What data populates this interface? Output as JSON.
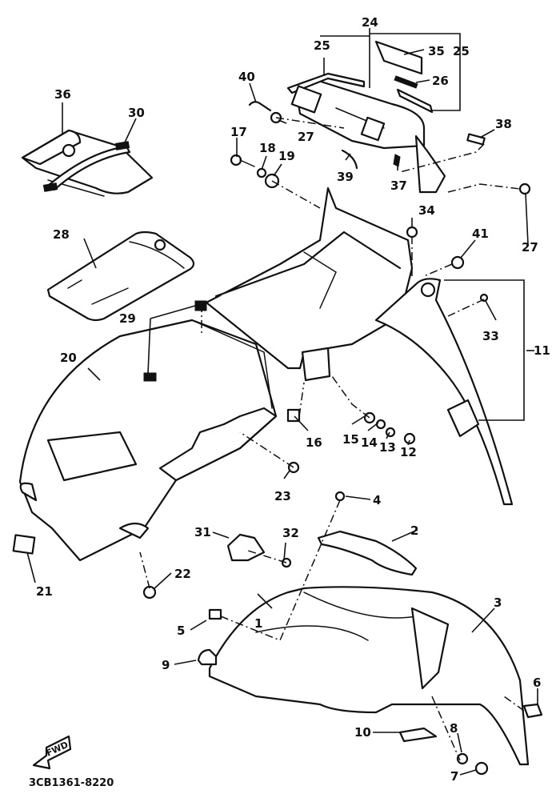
{
  "diagram": {
    "title": "Fender assembly exploded view",
    "diagram_code": "3CB1361-8220",
    "direction_marker": "FWD",
    "line_color": "#111111",
    "background_color": "#ffffff"
  },
  "callouts": [
    {
      "id": "c1",
      "label": "1"
    },
    {
      "id": "c2",
      "label": "2"
    },
    {
      "id": "c3",
      "label": "3"
    },
    {
      "id": "c4",
      "label": "4"
    },
    {
      "id": "c5",
      "label": "5"
    },
    {
      "id": "c6",
      "label": "6"
    },
    {
      "id": "c7",
      "label": "7"
    },
    {
      "id": "c8",
      "label": "8"
    },
    {
      "id": "c9",
      "label": "9"
    },
    {
      "id": "c10",
      "label": "10"
    },
    {
      "id": "c11",
      "label": "11"
    },
    {
      "id": "c12",
      "label": "12"
    },
    {
      "id": "c13",
      "label": "13"
    },
    {
      "id": "c14",
      "label": "14"
    },
    {
      "id": "c15",
      "label": "15"
    },
    {
      "id": "c16",
      "label": "16"
    },
    {
      "id": "c17",
      "label": "17"
    },
    {
      "id": "c18",
      "label": "18"
    },
    {
      "id": "c19",
      "label": "19"
    },
    {
      "id": "c20",
      "label": "20"
    },
    {
      "id": "c21",
      "label": "21"
    },
    {
      "id": "c22",
      "label": "22"
    },
    {
      "id": "c23",
      "label": "23"
    },
    {
      "id": "c24",
      "label": "24"
    },
    {
      "id": "c25a",
      "label": "25"
    },
    {
      "id": "c25b",
      "label": "25"
    },
    {
      "id": "c26",
      "label": "26"
    },
    {
      "id": "c27a",
      "label": "27"
    },
    {
      "id": "c27b",
      "label": "27"
    },
    {
      "id": "c28",
      "label": "28"
    },
    {
      "id": "c29",
      "label": "29"
    },
    {
      "id": "c30",
      "label": "30"
    },
    {
      "id": "c31",
      "label": "31"
    },
    {
      "id": "c32",
      "label": "32"
    },
    {
      "id": "c33",
      "label": "33"
    },
    {
      "id": "c34",
      "label": "34"
    },
    {
      "id": "c35",
      "label": "35"
    },
    {
      "id": "c36",
      "label": "36"
    },
    {
      "id": "c37",
      "label": "37"
    },
    {
      "id": "c38",
      "label": "38"
    },
    {
      "id": "c39",
      "label": "39"
    },
    {
      "id": "c40",
      "label": "40"
    },
    {
      "id": "c41",
      "label": "41"
    }
  ]
}
